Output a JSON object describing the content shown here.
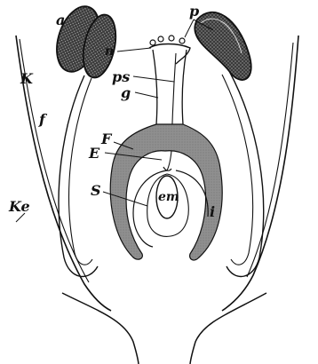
{
  "colors": {
    "ink": "#111111",
    "tissue_fill": "#8f8f8f",
    "anther_fill": "#3a3a3a",
    "paper": "#ffffff"
  },
  "labels": {
    "a": "a",
    "p": "p",
    "n": "n",
    "ps": "ps",
    "g": "g",
    "K": "K",
    "f": "f",
    "F": "F",
    "E": "E",
    "S": "S",
    "em": "em",
    "i": "i",
    "Ke": "Ke"
  }
}
